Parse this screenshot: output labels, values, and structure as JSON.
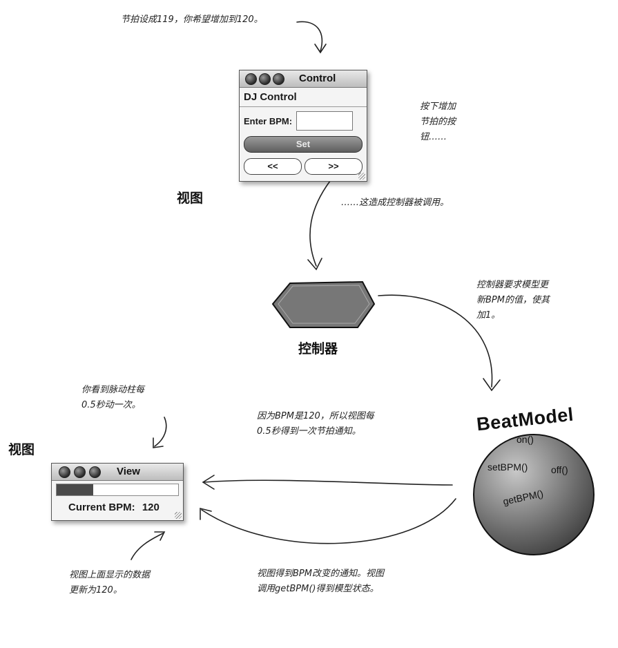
{
  "notes": {
    "top": "节拍设成119，你希望增加到120。",
    "press": [
      "按下增加",
      "节拍的按",
      "钮……"
    ],
    "controller_called": "……这造成控制器被调用。",
    "controller_asks": [
      "控制器要求模型更",
      "新BPM的值，使其",
      "加1。"
    ],
    "bar_pulse": [
      "你看到脉动柱每",
      "0.5秒动一次。"
    ],
    "beat_notify": [
      "因为BPM是120，所以视图每",
      "0.5秒得到一次节拍通知。"
    ],
    "view_notify": [
      "视图得到BPM改变的通知。视图",
      "调用getBPM()得到模型状态。"
    ],
    "view_updated": [
      "视图上面显示的数据",
      "更新为120。"
    ]
  },
  "labels": {
    "view_top": "视图",
    "view_left": "视图",
    "controller": "控制器"
  },
  "control_window": {
    "title": "Control",
    "heading": "DJ Control",
    "enter_label": "Enter BPM:",
    "input_value": "",
    "set_label": "Set",
    "decrease_label": "<<",
    "increase_label": ">>"
  },
  "view_window": {
    "title": "View",
    "beat_bar_level": 0.3,
    "current_label": "Current BPM:",
    "current_value": "120"
  },
  "model": {
    "title": "BeatModel",
    "methods": {
      "on": "on()",
      "setbpm": "setBPM()",
      "off": "off()",
      "getbpm": "getBPM()"
    }
  },
  "colors": {
    "controller_fill": "#777777",
    "model_fill": "#6a6a6a",
    "beat_bar": "#4a4a4a"
  }
}
